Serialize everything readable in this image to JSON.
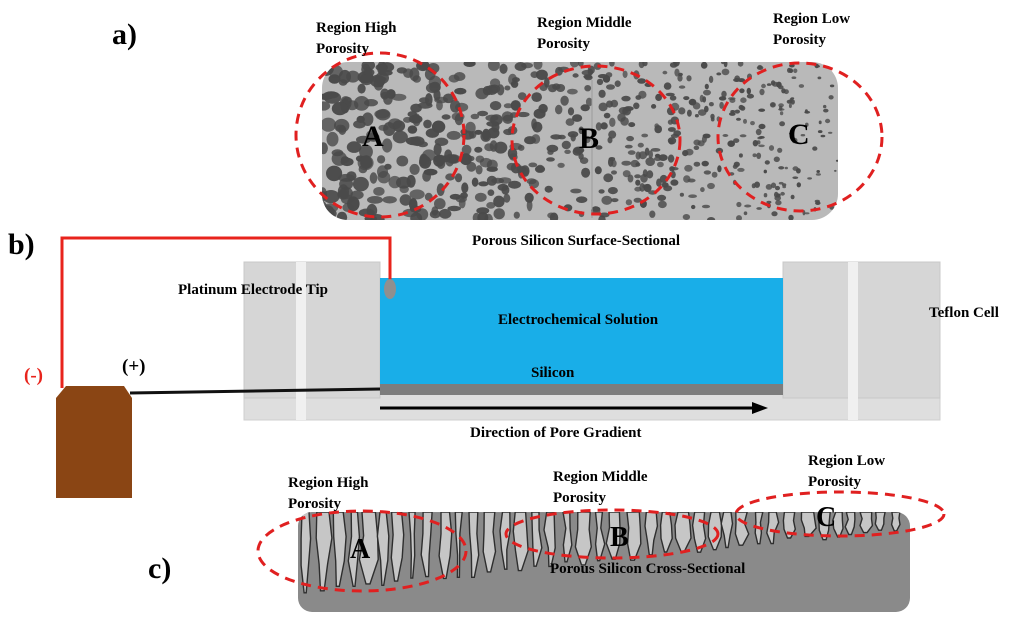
{
  "panels": {
    "a": "a)",
    "b": "b)",
    "c": "c)"
  },
  "surface": {
    "region_a_label": [
      "Region High",
      "Porosity"
    ],
    "region_b_label": [
      "Region Middle",
      "Porosity"
    ],
    "region_c_label": [
      "Region Low",
      "Porosity"
    ],
    "letter_a": "A",
    "letter_b": "B",
    "letter_c": "C",
    "caption": "Porous Silicon  Surface-Sectional"
  },
  "cell": {
    "electrode_tip": "Platinum Electrode Tip",
    "solution": "Electrochemical Solution",
    "silicon": "Silicon",
    "teflon": "Teflon Cell",
    "negative": "(-)",
    "positive": "(+)",
    "gradient": "Direction of Pore Gradient"
  },
  "cross": {
    "region_a_label": [
      "Region High",
      "Porosity"
    ],
    "region_b_label": [
      "Region Middle",
      "Porosity"
    ],
    "region_c_label": [
      "Region Low",
      "Porosity"
    ],
    "letter_a": "A",
    "letter_b": "B",
    "letter_c": "C",
    "caption": "Porous Silicon Cross-Sectional"
  },
  "colors": {
    "wire_red": "#e8241c",
    "ellipse_red": "#e02020",
    "solution_blue": "#19aee8",
    "power_brown": "#8a4514",
    "teflon_gray": "#d6d6d6",
    "silicon_gray": "#7d7d7d",
    "pore_dark": "#4a4a4a",
    "surface_gray": "#b9b9b9"
  }
}
